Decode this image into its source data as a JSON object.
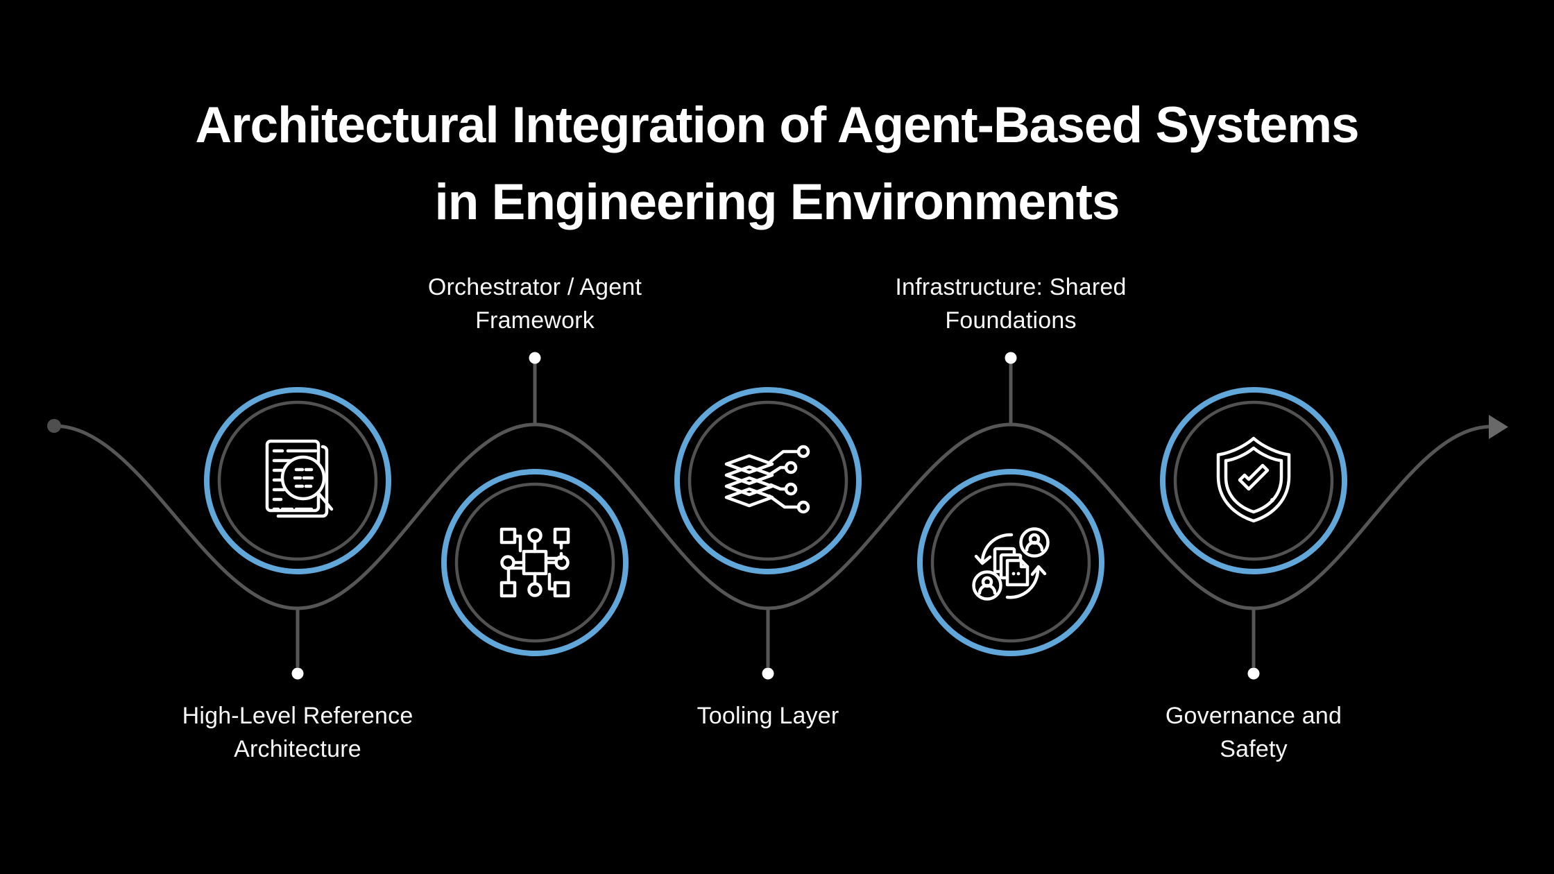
{
  "title": "Architectural Integration of Agent-Based Systems in Engineering Environments",
  "colors": {
    "background": "#000000",
    "accent_blue": "#61a7da",
    "ring_gray": "#525252",
    "line_gray": "#565656",
    "text": "#ffffff"
  },
  "flow": {
    "start_marker": "dot",
    "end_marker": "right-arrow",
    "nodes": [
      {
        "label": "High-Level Reference Architecture",
        "label_position": "bottom",
        "icon": "document-magnifier-icon"
      },
      {
        "label": "Orchestrator / Agent Framework",
        "label_position": "top",
        "icon": "network-hub-icon"
      },
      {
        "label": "Tooling Layer",
        "label_position": "bottom",
        "icon": "layers-circuit-icon"
      },
      {
        "label": "Infrastructure: Shared Foundations",
        "label_position": "top",
        "icon": "document-exchange-users-icon"
      },
      {
        "label": "Governance and Safety",
        "label_position": "bottom",
        "icon": "shield-check-icon"
      }
    ]
  }
}
